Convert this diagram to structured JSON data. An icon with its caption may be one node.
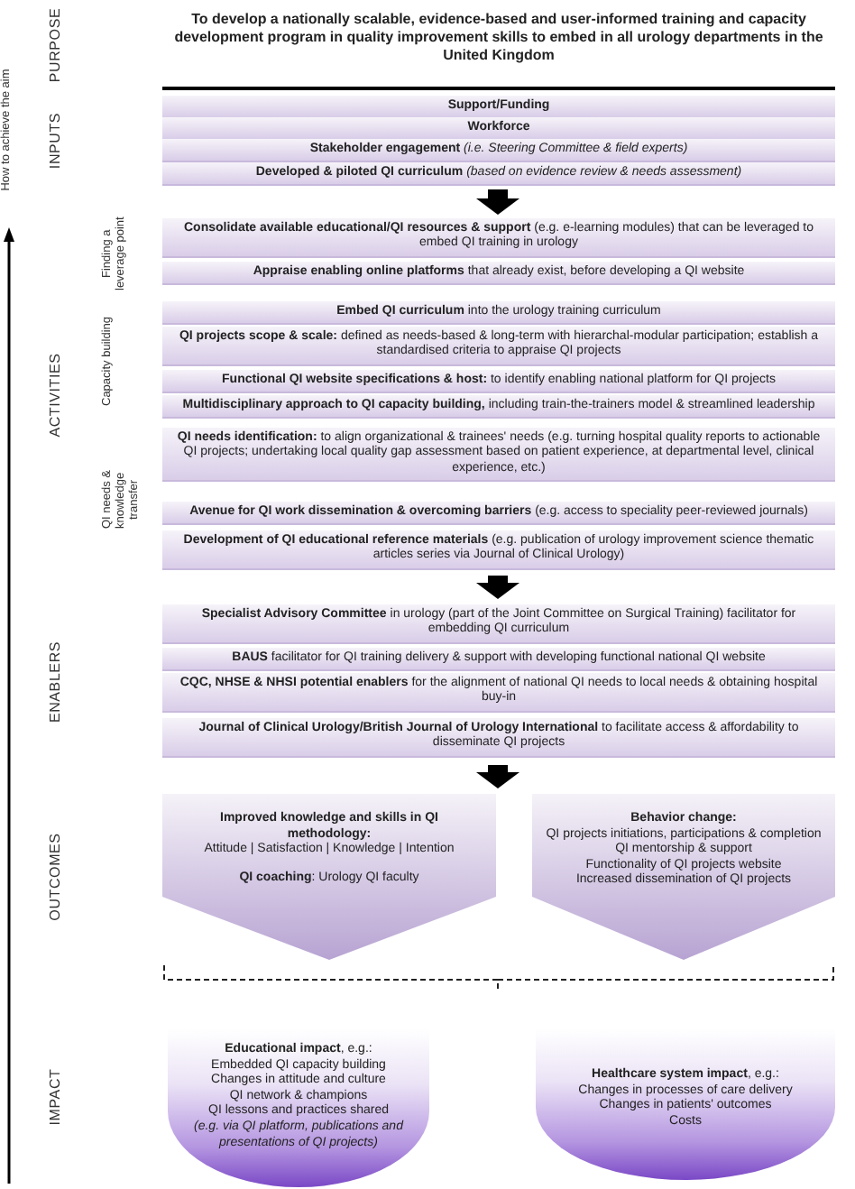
{
  "diagram": {
    "nodes": [
      {
        "text": [
          "PURPOSE",
          "To develop a nationally scalable, evidence-based and user-informed training and capacity development program in quality improvement skills to embed in all urology departments in the United Kingdom"
        ]
      },
      {
        "text": [
          "INPUTS"
        ]
      },
      {
        "text": [
          "Support/Funding"
        ],
        "in": 1
      },
      {
        "text": [
          "Workforce"
        ],
        "in": 1
      },
      {
        "text": [
          "**Stakeholder engagement** *(i.e. Steering Committee & field experts)*"
        ],
        "in": 1
      },
      {
        "text": [
          "**Developed & piloted QI curriculum** *(based on evidence review & needs assessment)*"
        ],
        "in": 1
      },
      {
        "text": [
          "ACTIVITIES"
        ]
      },
      {
        "text": [
          "Finding a leverage point"
        ],
        "in": 6
      },
      {
        "text": [
          "**Consolidate available educational/QI resources & support** (e.g. e-learning modules) that can be leveraged to embed QI training in urology"
        ],
        "in": 7
      },
      {
        "text": [
          "**Appraise enabling online platforms** that already exist, before developing a QI website"
        ],
        "in": 7
      },
      {
        "text": [
          "Capacity building"
        ],
        "in": 6
      },
      {
        "text": [
          "**Embed QI curriculum** into the urology training curriculum"
        ],
        "in": 10
      },
      {
        "text": [
          "**QI projects scope & scale:** defined as needs-based & long-term with hierarchal-modular participation; establish a standardised criteria to appraise QI projects"
        ],
        "in": 10
      },
      {
        "text": [
          "**Functional QI website specifications & host:** to identify enabling national platform for QI projects"
        ],
        "in": 10
      },
      {
        "text": [
          "**Multidisciplinary approach to QI capacity building,** including train-the-trainers model & streamlined leadership"
        ],
        "in": 10
      },
      {
        "text": [
          "QI needs & knowledge transfer"
        ],
        "in": 6
      },
      {
        "text": [
          "**QI needs identification:** to align organizational & trainees' needs (e.g. turning hospital quality reports to actionable QI projects; undertaking local quality gap assessment based on patient experience, at departmental level, clinical experience, etc.)"
        ],
        "in": 15
      },
      {
        "text": [
          "**Avenue for QI work dissemination & overcoming barriers** (e.g. access to speciality peer-reviewed journals)"
        ],
        "in": 15
      },
      {
        "text": [
          "**Development of QI educational reference materials** (e.g. publication of urology improvement science thematic articles series via Journal of Clinical Urology)"
        ],
        "in": 15
      },
      {
        "text": [
          "ENABLERS"
        ]
      },
      {
        "text": [
          "**Specialist Advisory Committee** in urology (part of the Joint Committee on Surgical Training) facilitator for embedding QI curriculum"
        ],
        "in": 19
      },
      {
        "text": [
          "**BAUS** facilitator for QI training delivery & support with developing functional national QI website"
        ],
        "in": 19
      },
      {
        "text": [
          "**CQC, NHSE & NHSI potential enablers** for the alignment of national QI needs to local needs & obtaining hospital buy-in"
        ],
        "in": 19
      },
      {
        "text": [
          "**Journal of Clinical Urology/British Journal of Urology International** to facilitate access & affordability to disseminate QI projects"
        ],
        "in": 19
      },
      {
        "text": [
          "OUTCOMES"
        ]
      },
      {
        "text": [
          "Improved knowledge and skills in QI methodology:",
          "Attitude | Satisfaction | Knowledge | Intention",
          "**QI coaching**: Urology QI faculty"
        ],
        "in": 24
      },
      {
        "text": [
          "Behavior change:",
          "QI projects initiations, participations & completion",
          "QI mentorship & support",
          "Functionality of QI projects website",
          "Increased dissemination of QI projects"
        ],
        "in": 24
      },
      {
        "text": [
          "IMPACT"
        ]
      },
      {
        "text": [
          "**Educational impact**, e.g.:",
          "Embedded QI capacity building",
          "Changes in attitude and culture",
          "QI network & champions",
          "QI lessons and practices shared",
          "(e.g. via QI platform, publications and presentations of QI projects)"
        ],
        "in": 27
      },
      {
        "text": [
          "**Healthcare system impact**, e.g.:",
          "Changes in processes of care delivery",
          "Changes in patients' outcomes",
          "Costs"
        ],
        "in": 27
      }
    ],
    "edges": [
      {
        "from": 1,
        "to": 6,
        "arrow": "to"
      },
      {
        "from": 6,
        "to": 19,
        "arrow": "to"
      },
      {
        "from": 19,
        "to": 24,
        "arrow": "to"
      }
    ],
    "labels": [
      "How to achieve the aim"
    ]
  }
}
